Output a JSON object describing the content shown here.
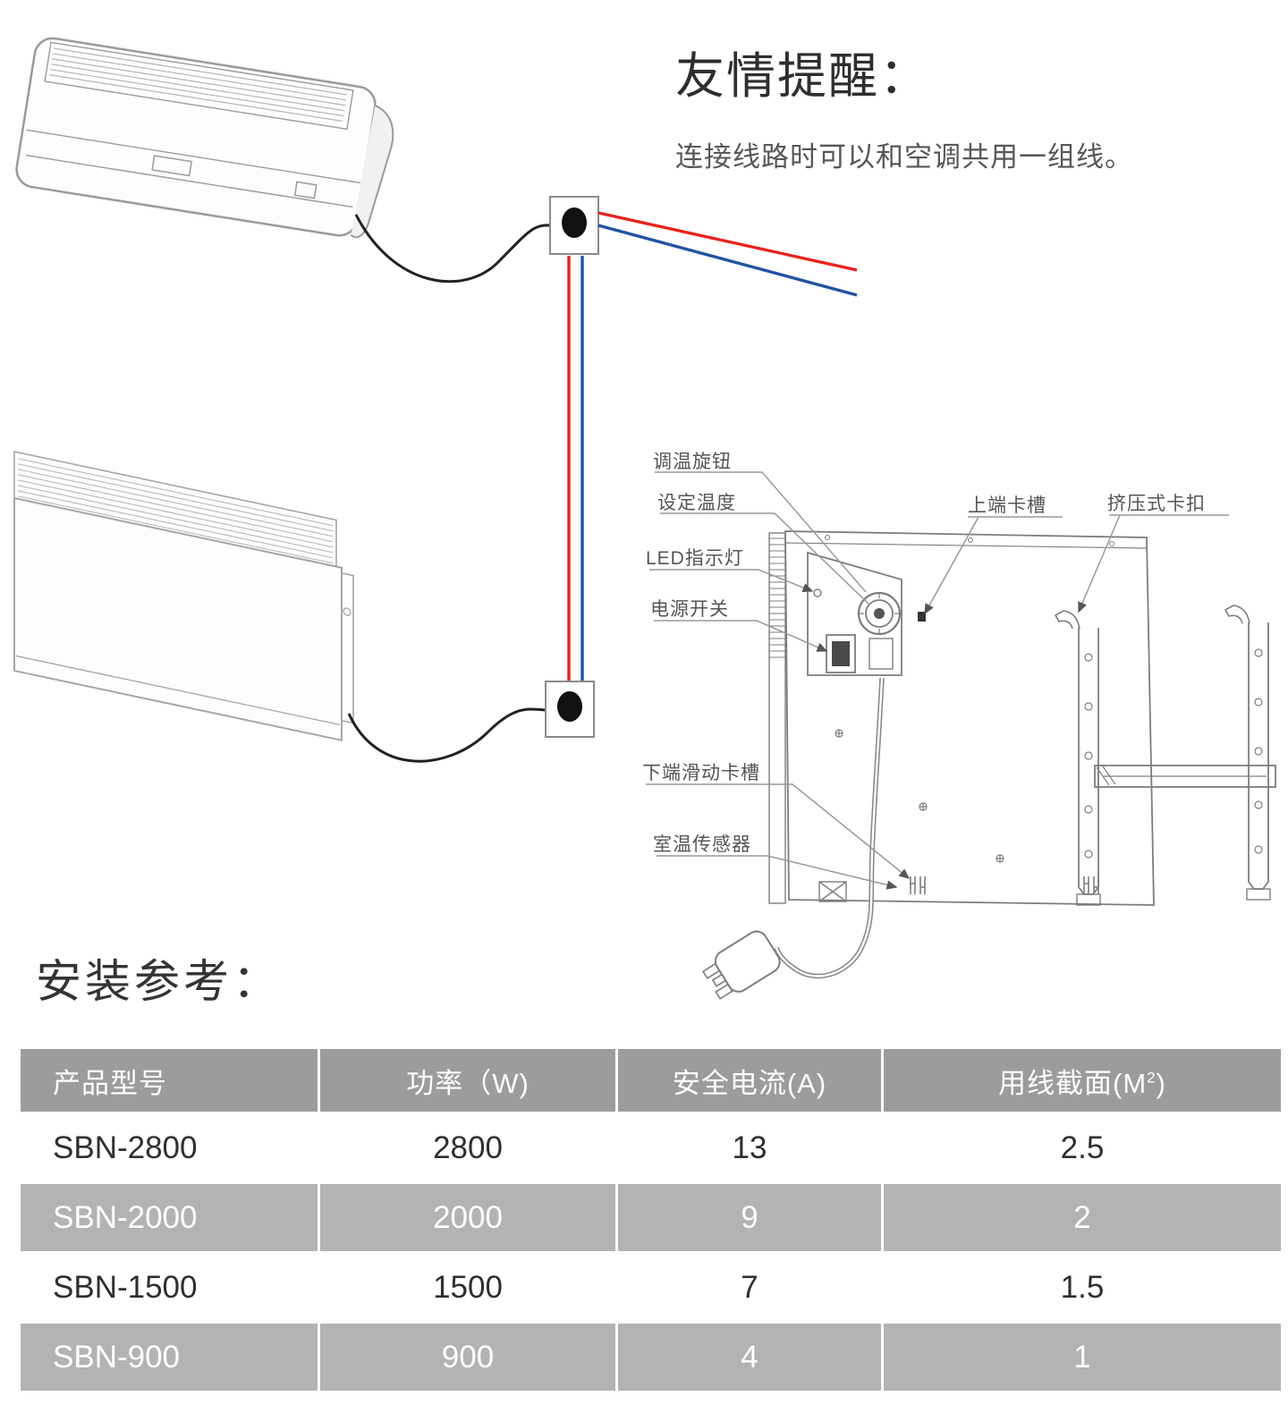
{
  "reminder": {
    "title": "友情提醒：",
    "body": "连接线路时可以和空调共用一组线。"
  },
  "labels": {
    "knob": "调温旋钮",
    "set_temp": "设定温度",
    "led": "LED指示灯",
    "power_switch": "电源开关",
    "top_slot": "上端卡槽",
    "clip": "挤压式卡扣",
    "bottom_slot": "下端滑动卡槽",
    "room_sensor": "室温传感器"
  },
  "install": {
    "title": "安装参考："
  },
  "table": {
    "headers": {
      "model": "产品型号",
      "power": "功率（W)",
      "current": "安全电流(A)",
      "section_pre": "用线截面(M",
      "section_sup": "2",
      "section_post": ")"
    },
    "rows": [
      {
        "model": "SBN-2800",
        "power": "2800",
        "current": "13",
        "section": "2.5"
      },
      {
        "model": "SBN-2000",
        "power": "2000",
        "current": "9",
        "section": "2"
      },
      {
        "model": "SBN-1500",
        "power": "1500",
        "current": "7",
        "section": "1.5"
      },
      {
        "model": "SBN-900",
        "power": "900",
        "current": "4",
        "section": "1"
      }
    ]
  },
  "colors": {
    "wire_red": "#e8231d",
    "wire_blue": "#2053a4",
    "table_header_bg": "#9c9c9c",
    "table_row_alt_bg": "#b3b3b3",
    "line_art": "#9a9a9a",
    "tech_line": "#7d7d7d"
  }
}
